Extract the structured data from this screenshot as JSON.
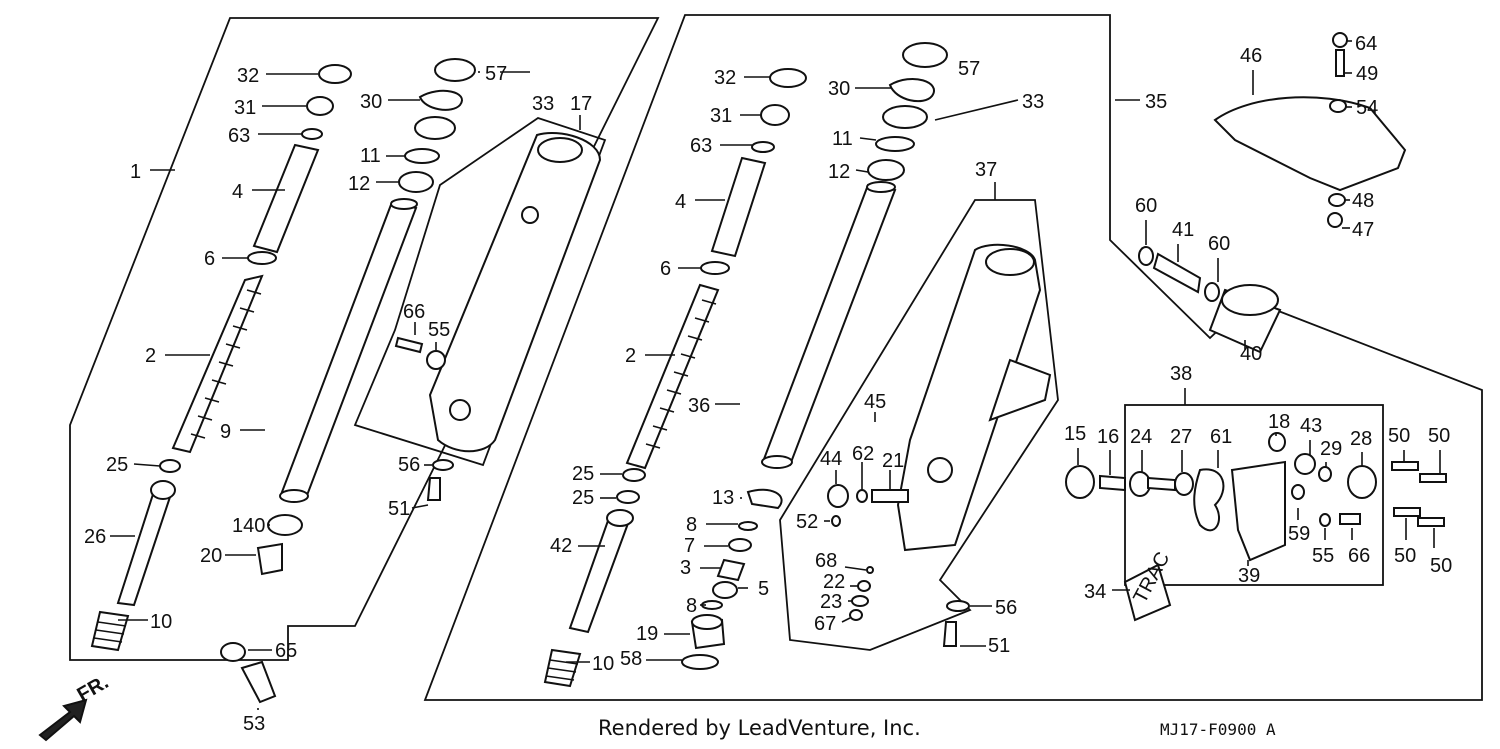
{
  "diagram": {
    "credit": "Rendered by LeadVenture, Inc.",
    "code": "MJ17-F0900 A",
    "direction_label": "FR.",
    "trac_label": "TRAC",
    "callouts": [
      "1",
      "2",
      "4",
      "6",
      "25",
      "26",
      "10",
      "32",
      "31",
      "63",
      "30",
      "57",
      "33",
      "17",
      "11",
      "12",
      "66",
      "55",
      "9",
      "140",
      "20",
      "56",
      "51",
      "65",
      "53",
      "32",
      "31",
      "63",
      "4",
      "6",
      "2",
      "25",
      "25",
      "42",
      "10",
      "30",
      "57",
      "33",
      "11",
      "12",
      "36",
      "13",
      "8",
      "7",
      "3",
      "5",
      "8",
      "19",
      "58",
      "35",
      "37",
      "45",
      "62",
      "21",
      "44",
      "52",
      "68",
      "22",
      "23",
      "67",
      "56",
      "51",
      "46",
      "64",
      "49",
      "54",
      "48",
      "47",
      "60",
      "41",
      "60",
      "40",
      "38",
      "15",
      "16",
      "24",
      "27",
      "61",
      "18",
      "43",
      "29",
      "28",
      "50",
      "50",
      "59",
      "55",
      "66",
      "50",
      "50",
      "39",
      "34"
    ]
  }
}
